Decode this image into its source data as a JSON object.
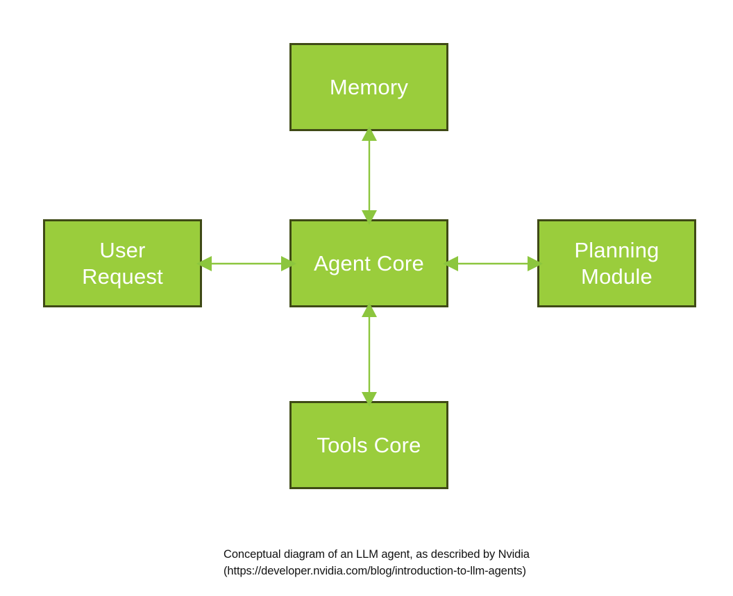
{
  "diagram": {
    "title": "Conceptual diagram of an LLM agent",
    "background_color": "#FFFFFF",
    "node_fill_color": "#9ACD3C",
    "node_border_color": "#3F4A16",
    "node_text_color": "#FFFFFF",
    "arrow_color": "#8CC63E",
    "nodes": [
      {
        "id": "memory",
        "label": "Memory"
      },
      {
        "id": "user",
        "label": "User\nRequest"
      },
      {
        "id": "agent",
        "label": "Agent Core"
      },
      {
        "id": "planning",
        "label": "Planning\nModule"
      },
      {
        "id": "tools",
        "label": "Tools Core"
      }
    ],
    "connectors": [
      {
        "id": "memory-agent",
        "from": "Memory",
        "to": "Agent Core",
        "orientation": "vertical",
        "arrowheads": "both"
      },
      {
        "id": "user-agent",
        "from": "User Request",
        "to": "Agent Core",
        "orientation": "horizontal",
        "arrowheads": "both"
      },
      {
        "id": "agent-planning",
        "from": "Agent Core",
        "to": "Planning Module",
        "orientation": "horizontal",
        "arrowheads": "both"
      },
      {
        "id": "agent-tools",
        "from": "Agent Core",
        "to": "Tools Core",
        "orientation": "vertical",
        "arrowheads": "both"
      }
    ]
  },
  "caption": {
    "line1": "Conceptual diagram of an LLM agent, as described by Nvidia",
    "line2": "(https://developer.nvidia.com/blog/introduction-to-llm-agents)",
    "text": "Conceptual diagram of an LLM agent, as described by Nvidia\n(https://developer.nvidia.com/blog/introduction-to-llm-agents)"
  }
}
